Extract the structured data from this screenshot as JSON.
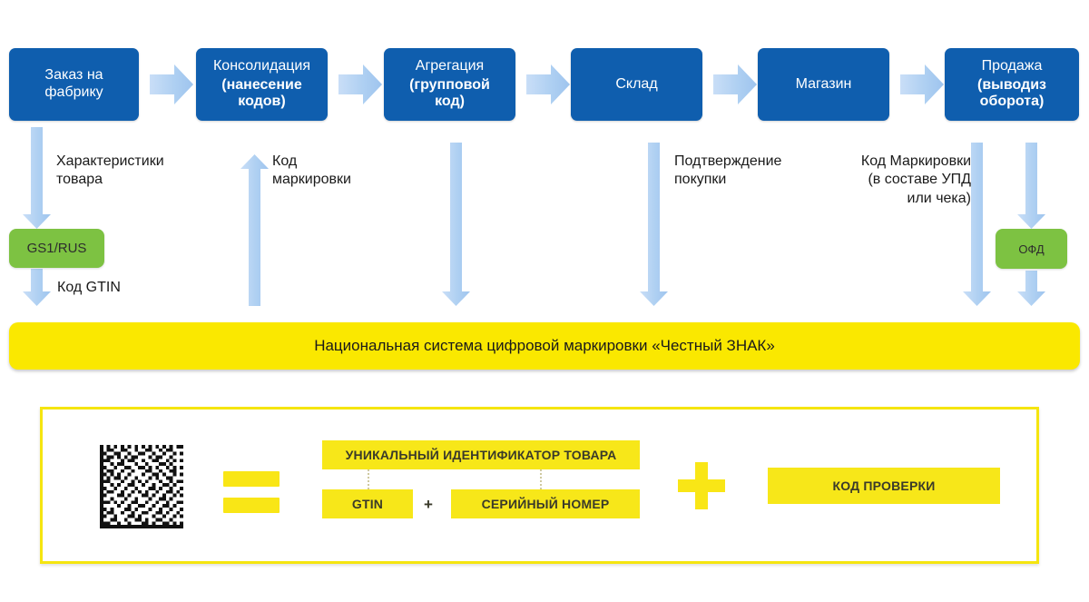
{
  "diagram": {
    "title": "Национальная система цифровой маркировки «Честный ЗНАК»",
    "process_steps": [
      {
        "name": "step-order",
        "line1": "Заказ на",
        "line2": "фабрику",
        "line3": ""
      },
      {
        "name": "step-consolidation",
        "line1": "Консолидация",
        "line2": "(нанесение",
        "line3": "кодов)"
      },
      {
        "name": "step-aggregation",
        "line1": "Агрегация",
        "line2": "(групповой",
        "line3": "код)"
      },
      {
        "name": "step-warehouse",
        "line1": "Склад",
        "line2": "",
        "line3": ""
      },
      {
        "name": "step-shop",
        "line1": "Магазин",
        "line2": "",
        "line3": ""
      },
      {
        "name": "step-sale",
        "line1": "Продажа",
        "line2": "(выводиз",
        "line3": "оборота)"
      }
    ],
    "registries": [
      {
        "name": "gs1-rus",
        "label": "GS1/RUS"
      },
      {
        "name": "ofd",
        "label": "ОФД"
      }
    ],
    "flow_labels": [
      {
        "name": "label-product-characteristics",
        "text": "Характеристики\nтовара"
      },
      {
        "name": "label-gtin-code",
        "text": "Код GTIN"
      },
      {
        "name": "label-marking-code",
        "text": "Код\nмаркировки"
      },
      {
        "name": "label-purchase-confirmation",
        "text": "Подтверждение\nпокупки"
      },
      {
        "name": "label-marking-code-upd",
        "text": "Код Маркировки\n(в составе УПД\nили чека)"
      }
    ],
    "code_panel": {
      "datamatrix_alt": "datamatrix-code",
      "equals": "=",
      "plus": "+",
      "unique_id": "УНИКАЛЬНЫЙ ИДЕНТИФИКАТОР ТОВАРА",
      "gtin": "GTIN",
      "inner_plus": "+",
      "serial": "СЕРИЙНЫЙ НОМЕР",
      "check_code": "КОД ПРОВЕРКИ"
    },
    "colors": {
      "process_blue": "#0F5EAE",
      "arrow_blue": "#AFD0F2",
      "registry_green": "#7DC242",
      "banner_yellow": "#FAE800",
      "chip_yellow": "#F7E719",
      "panel_border": "#F5E510"
    }
  }
}
